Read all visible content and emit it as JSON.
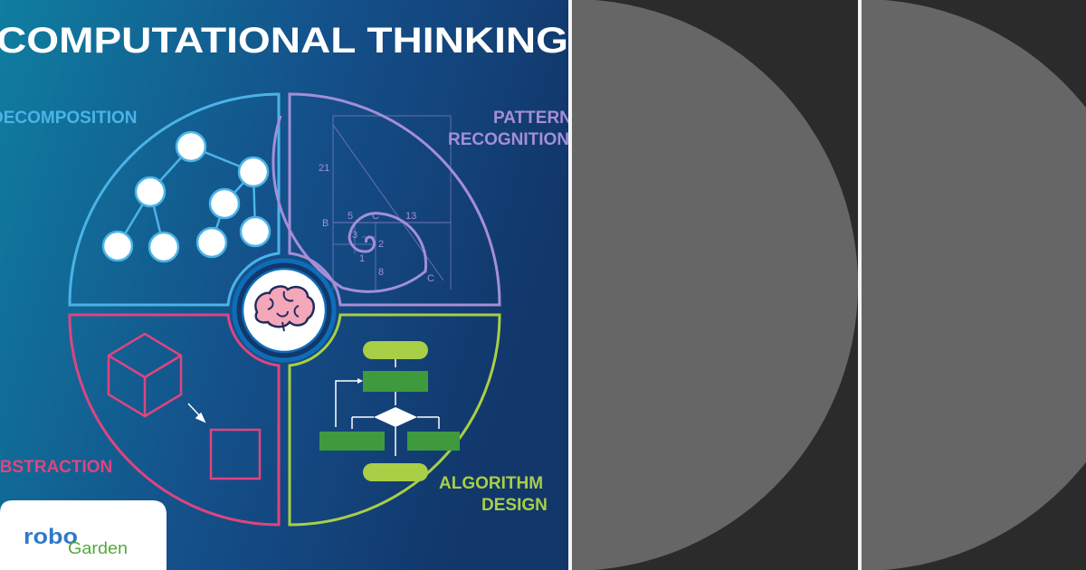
{
  "infographic": {
    "title": "COMPUTATIONAL THINKING",
    "quadrants": {
      "decomposition": {
        "label": "DECOMPOSITION",
        "color": "#4bb3e6"
      },
      "pattern_recognition": {
        "line1": "PATTERN",
        "line2": "RECOGNITION",
        "color": "#a48fd6"
      },
      "abstraction": {
        "label": "ABSTRACTION",
        "color": "#e0447f"
      },
      "algorithm_design": {
        "line1": "ALGORITHM",
        "line2": "DESIGN",
        "color": "#a8cf45"
      }
    },
    "center_icon": "brain-icon",
    "spiral_labels": {
      "n21": "21",
      "n13": "13",
      "n5": "5",
      "n3": "3",
      "n2": "2",
      "n1": "1",
      "n8": "8",
      "b": "B",
      "c1": "C",
      "c2": "C"
    }
  },
  "logo": {
    "text_robo": "robo",
    "text_garden": "Garden"
  },
  "colors": {
    "bg_left": "#0f7ea0",
    "bg_right": "#12376b",
    "panel_bg": "#2b2b2b",
    "panel_circle": "#666666",
    "divider": "#f4f4f4"
  }
}
